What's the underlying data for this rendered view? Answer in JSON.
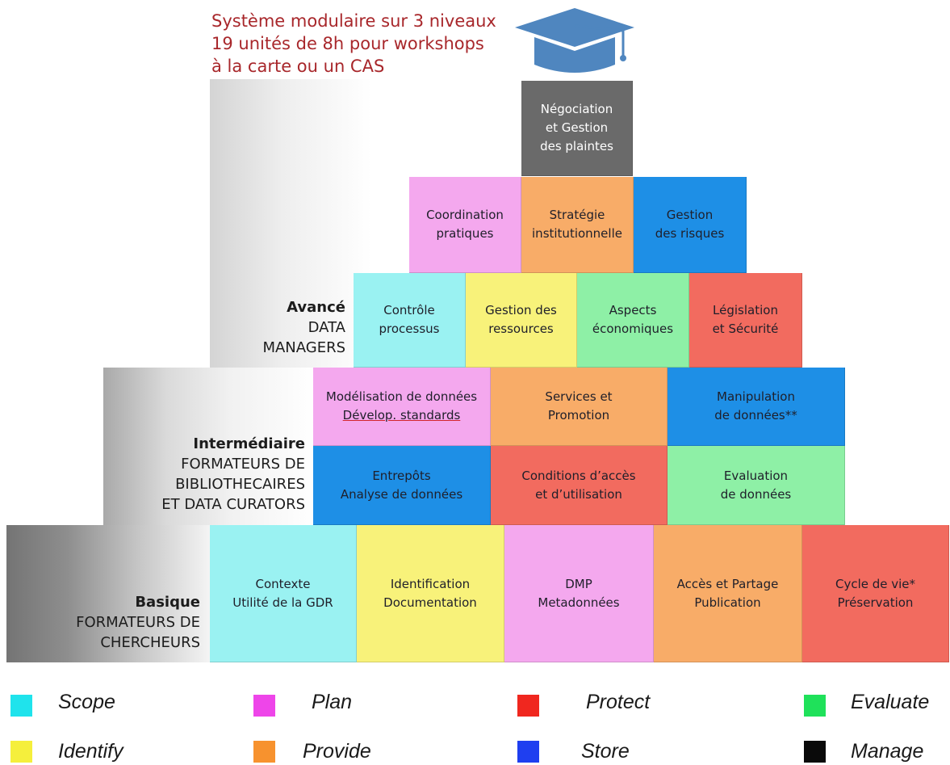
{
  "headline": [
    "Système modulaire sur 3 niveaux",
    "19 unités de 8h pour workshops",
    "à la carte ou un CAS"
  ],
  "levels": {
    "avance": {
      "level": "Avancé",
      "line1": "DATA",
      "line2": "MANAGERS"
    },
    "intermediaire": {
      "level": "Intermédiaire",
      "line1": "FORMATEURS DE",
      "line2": "BIBLIOTHECAIRES",
      "line3": "ET DATA CURATORS"
    },
    "basique": {
      "level": "Basique",
      "line1": "FORMATEURS DE",
      "line2": "CHERCHEURS"
    }
  },
  "modules": {
    "negociation": {
      "lines": [
        "Négociation",
        "et Gestion",
        "des plaintes"
      ],
      "category": "Manage"
    },
    "coordination": {
      "lines": [
        "Coordination",
        "pratiques"
      ],
      "category": "Plan"
    },
    "strategie": {
      "lines": [
        "Stratégie",
        "institutionnelle"
      ],
      "category": "Provide"
    },
    "gestion_risques": {
      "lines": [
        "Gestion",
        "des risques"
      ],
      "category": "Store"
    },
    "controle": {
      "lines": [
        "Contrôle",
        "processus"
      ],
      "category": "Scope"
    },
    "gestion_ressources": {
      "lines": [
        "Gestion des",
        "ressources"
      ],
      "category": "Identify"
    },
    "aspects": {
      "lines": [
        "Aspects",
        "économiques"
      ],
      "category": "Evaluate"
    },
    "legislation": {
      "lines": [
        "Législation",
        "et Sécurité"
      ],
      "category": "Protect"
    },
    "modelisation": {
      "lines": [
        "Modélisation de données",
        "Dévelop. standards"
      ],
      "category": "Plan"
    },
    "services": {
      "lines": [
        "Services et",
        "Promotion"
      ],
      "category": "Provide"
    },
    "manipulation": {
      "lines": [
        "Manipulation",
        "de données**"
      ],
      "category": "Store"
    },
    "entrepots": {
      "lines": [
        "Entrepôts",
        "Analyse de données"
      ],
      "category": "Store"
    },
    "conditions": {
      "lines": [
        "Conditions d’accès",
        "et d’utilisation"
      ],
      "category": "Protect"
    },
    "evaluation": {
      "lines": [
        "Evaluation",
        "de données"
      ],
      "category": "Evaluate"
    },
    "contexte": {
      "lines": [
        "Contexte",
        "Utilité de la GDR"
      ],
      "category": "Scope"
    },
    "identification": {
      "lines": [
        "Identification",
        "Documentation"
      ],
      "category": "Identify"
    },
    "dmp": {
      "lines": [
        "DMP",
        "Metadonnées"
      ],
      "category": "Plan"
    },
    "acces": {
      "lines": [
        "Accès et Partage",
        "Publication"
      ],
      "category": "Provide"
    },
    "cycle": {
      "lines": [
        "Cycle de vie*",
        "Préservation"
      ],
      "category": "Protect"
    }
  },
  "legend": [
    {
      "label": "Scope",
      "color": "#1fe3ec"
    },
    {
      "label": "Plan",
      "color": "#ee45e9"
    },
    {
      "label": "Protect",
      "color": "#f0271f"
    },
    {
      "label": "Evaluate",
      "color": "#1fe15a"
    },
    {
      "label": "Identify",
      "color": "#f5ef3c"
    },
    {
      "label": "Provide",
      "color": "#f7922e"
    },
    {
      "label": "Store",
      "color": "#1f3ff0"
    },
    {
      "label": "Manage",
      "color": "#0a0a0a"
    }
  ],
  "box_colors": {
    "Scope": "#9af2f2",
    "Plan": "#f4a8ee",
    "Protect": "#f26b5f",
    "Evaluate": "#8ef0a6",
    "Identify": "#f8f27a",
    "Provide": "#f8ac68",
    "Store": "#1e8fe6",
    "Manage": "#6a6a6a"
  }
}
